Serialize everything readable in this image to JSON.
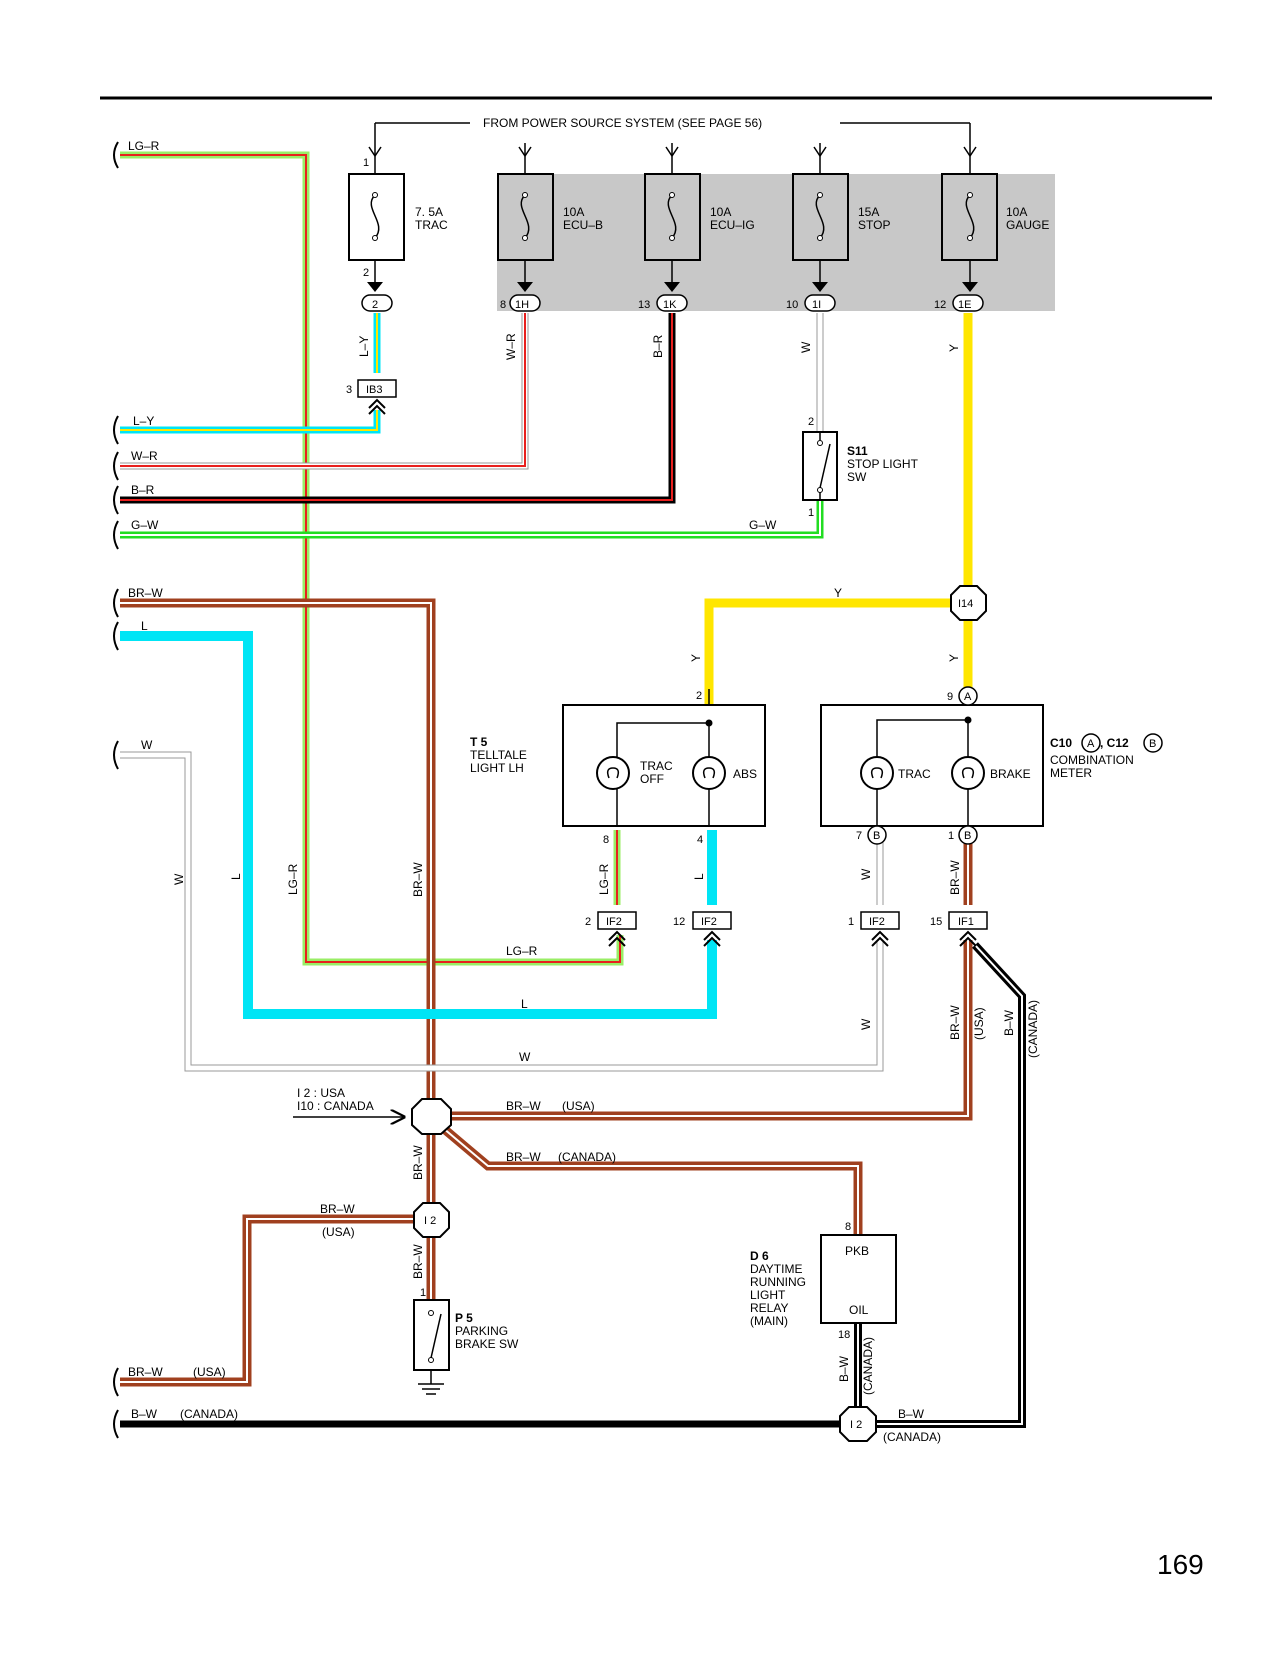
{
  "header": {
    "power_source": "FROM POWER SOURCE SYSTEM (SEE PAGE 56)"
  },
  "page_number": "169",
  "fuses": [
    {
      "amp": "7. 5A",
      "name": "TRAC"
    },
    {
      "amp": "10A",
      "name": "ECU–B"
    },
    {
      "amp": "10A",
      "name": "ECU–IG"
    },
    {
      "amp": "15A",
      "name": "STOP"
    },
    {
      "amp": "10A",
      "name": "GAUGE"
    }
  ],
  "fuse_pins": {
    "trac_top": "1",
    "trac_bottom": "2"
  },
  "connectors": {
    "c2": "2",
    "c1H": "1H",
    "c1K": "1K",
    "c1I": "1I",
    "c1E": "1E",
    "p8": "8",
    "p13": "13",
    "p10": "10",
    "p12": "12",
    "IB3": "IB3",
    "IB3_pin": "3",
    "I14": "I14",
    "IF2": "IF2",
    "IF1": "IF1",
    "p2": "2",
    "p12b": "12",
    "p1": "1",
    "p15": "15",
    "junction_I2": "I 2",
    "pin8": "8",
    "pin4": "4",
    "pin7": "7",
    "pin1": "1",
    "pin9": "9",
    "pin2": "2",
    "A": "A",
    "B": "B",
    "p_d6_8": "8",
    "p_d6_18": "18",
    "p_p5_1": "1",
    "s11_top": "2",
    "s11_bottom": "1"
  },
  "wires": {
    "LG_R": "LG–R",
    "L_Y": "L–Y",
    "W_R": "W–R",
    "B_R": "B–R",
    "G_W": "G–W",
    "BR_W": "BR–W",
    "L": "L",
    "W": "W",
    "Y": "Y",
    "B_W": "B–W"
  },
  "notes": {
    "usa": "(USA)",
    "canada": "(CANADA)",
    "i2_usa": "I 2 : USA",
    "i10_canada": "I10 : CANADA"
  },
  "components": {
    "s11": {
      "id": "S11",
      "line1": "STOP LIGHT",
      "line2": "SW"
    },
    "t5": {
      "id": "T 5",
      "line1": "TELLTALE",
      "line2": "LIGHT LH",
      "lamp1a": "TRAC",
      "lamp1b": "OFF",
      "lamp2": "ABS"
    },
    "meter": {
      "id1": "C10",
      "id2": ", C12",
      "line1": "COMBINATION",
      "line2": "METER",
      "lamp1": "TRAC",
      "lamp2": "BRAKE"
    },
    "d6": {
      "id": "D 6",
      "l1": "DAYTIME",
      "l2": "RUNNING",
      "l3": "LIGHT",
      "l4": "RELAY",
      "l5": "(MAIN)",
      "pkb": "PKB",
      "oil": "OIL"
    },
    "p5": {
      "id": "P 5",
      "line1": "PARKING",
      "line2": "BRAKE SW"
    }
  },
  "colors": {
    "brown": "#a0401f",
    "cyan": "#00e5f5",
    "yellow": "#ffe600",
    "green": "#22dd22",
    "red": "#e8201e",
    "lightgreen": "#99ee66",
    "shade": "#c8c8c8",
    "gray": "#9a9a9a"
  }
}
